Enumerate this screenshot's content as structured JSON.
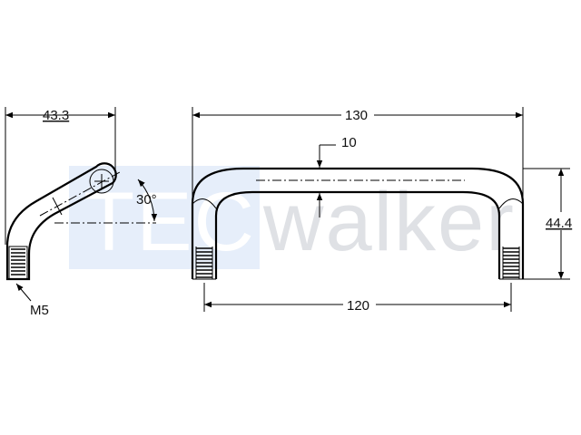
{
  "watermark": {
    "logo_text": "TEC",
    "text": "walker",
    "box_color": "#e8f0fb"
  },
  "side_view": {
    "width_dim": "43.3",
    "angle_dim": "30°",
    "thread_label": "M5"
  },
  "front_view": {
    "overall_length_dim": "130",
    "diameter_dim": "10",
    "height_dim": "44.4",
    "center_distance_dim": "120"
  }
}
